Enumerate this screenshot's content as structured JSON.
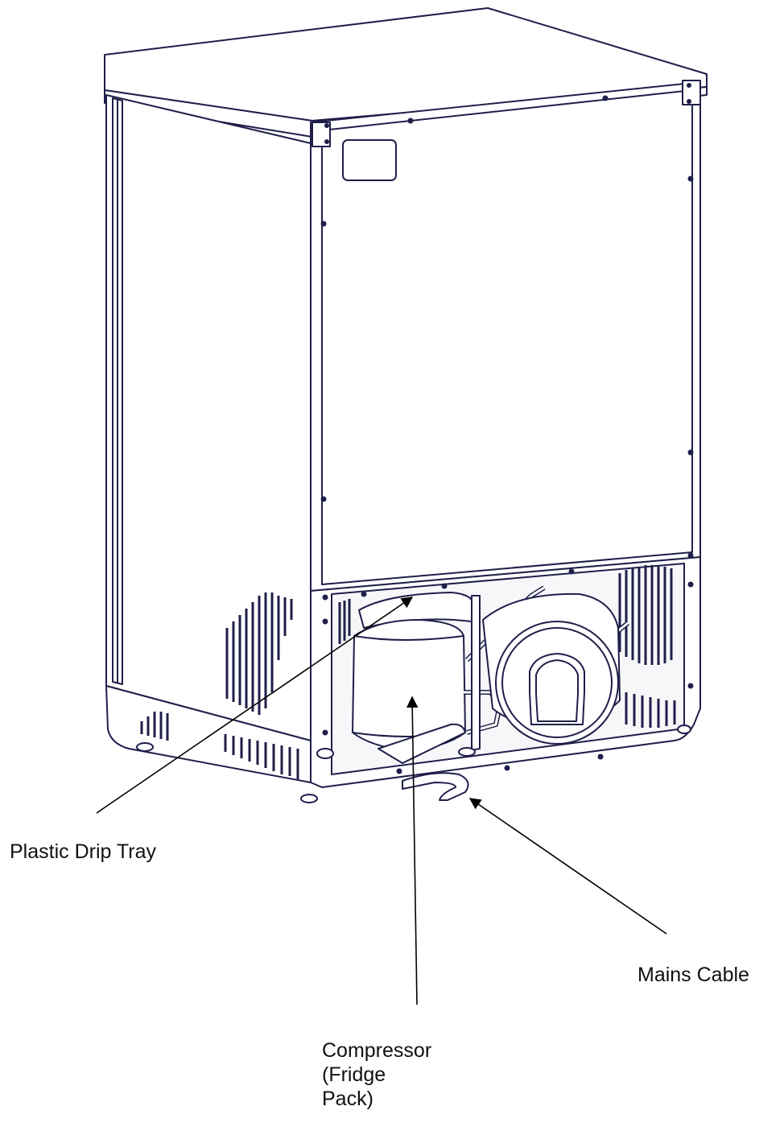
{
  "colors": {
    "outline": "#1f1f4a",
    "fill": "#ffffff",
    "leader": "#000000",
    "label_text": "#111111"
  },
  "callouts": [
    {
      "id": "plastic-drip-tray",
      "lines": [
        "Plastic Drip Tray"
      ]
    },
    {
      "id": "mains-cable",
      "lines": [
        "Mains Cable"
      ]
    },
    {
      "id": "compressor",
      "lines": [
        "Compressor",
        "(Fridge",
        "Pack)"
      ]
    }
  ]
}
